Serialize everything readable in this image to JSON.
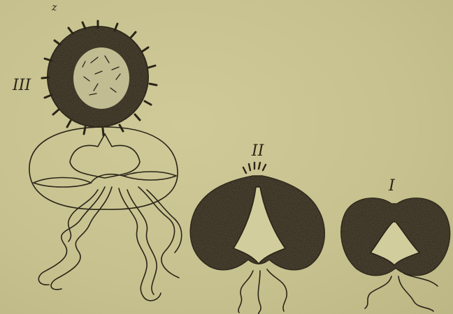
{
  "labels": {
    "z": "z",
    "III": "III",
    "II": "II",
    "I": "I"
  },
  "colors": {
    "paper": "#c9c491",
    "ink": "#2a2418"
  }
}
